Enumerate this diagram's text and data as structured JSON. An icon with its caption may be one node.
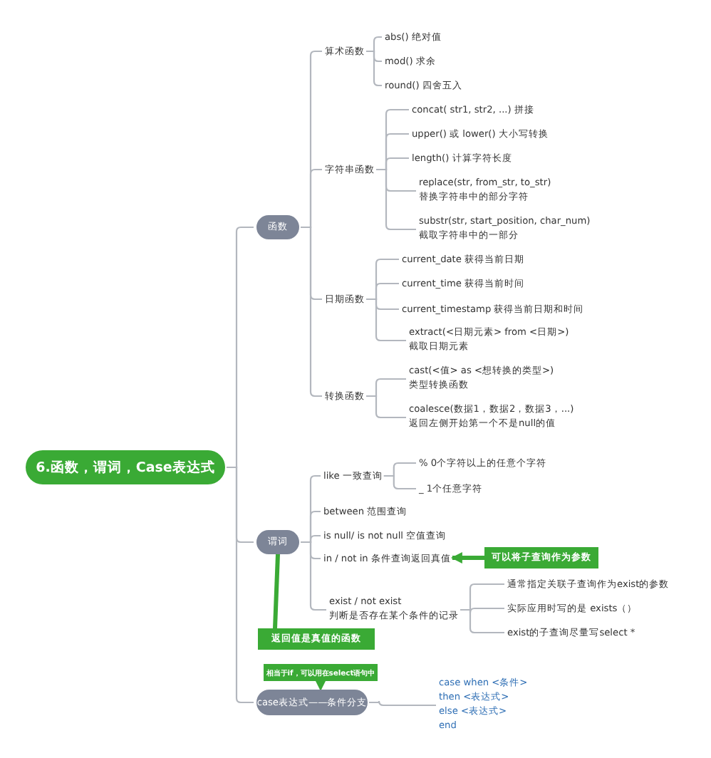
{
  "diagram": {
    "nodes": [
      {
        "text": [
          "6.函数，谓词，Case表达式"
        ]
      },
      {
        "text": [
          "函数"
        ]
      },
      {
        "text": [
          "算术函数"
        ]
      },
      {
        "text": [
          "abs() 绝对值"
        ]
      },
      {
        "text": [
          "mod() 求余"
        ]
      },
      {
        "text": [
          "round() 四舍五入"
        ]
      },
      {
        "text": [
          "字符串函数"
        ]
      },
      {
        "text": [
          "concat( str1, str2, ...) 拼接"
        ]
      },
      {
        "text": [
          "upper() 或 lower() 大小写转换"
        ]
      },
      {
        "text": [
          "length() 计算字符长度"
        ]
      },
      {
        "text": [
          "replace(str, from_str, to_str)",
          "替换字符串中的部分字符"
        ]
      },
      {
        "text": [
          "substr(str, start_position, char_num)",
          "截取字符串中的一部分"
        ]
      },
      {
        "text": [
          "日期函数"
        ]
      },
      {
        "text": [
          "current_date 获得当前日期"
        ]
      },
      {
        "text": [
          "current_time 获得当前时间"
        ]
      },
      {
        "text": [
          "current_timestamp 获得当前日期和时间"
        ]
      },
      {
        "text": [
          "extract(<日期元素> from <日期>)",
          "截取日期元素"
        ]
      },
      {
        "text": [
          "转换函数"
        ]
      },
      {
        "text": [
          "cast(<值> as <想转换的类型>)",
          "类型转换函数"
        ]
      },
      {
        "text": [
          "coalesce(数据1，数据2，数据3，...)",
          "返回左侧开始第一个不是null的值"
        ]
      },
      {
        "text": [
          "谓词"
        ]
      },
      {
        "text": [
          "like 一致查询"
        ]
      },
      {
        "text": [
          "%  0个字符以上的任意个字符"
        ]
      },
      {
        "text": [
          "_  1个任意字符"
        ]
      },
      {
        "text": [
          "between 范围查询"
        ]
      },
      {
        "text": [
          "is null/ is not null 空值查询"
        ]
      },
      {
        "text": [
          "in / not in  条件查询返回真值"
        ]
      },
      {
        "text": [
          "可以将子查询作为参数"
        ]
      },
      {
        "text": [
          "exist / not exist",
          "判断是否存在某个条件的记录"
        ]
      },
      {
        "text": [
          "通常指定关联子查询作为exist的参数"
        ]
      },
      {
        "text": [
          "实际应用时写的是 exists（）"
        ]
      },
      {
        "text": [
          "exist的子查询尽量写select *"
        ]
      },
      {
        "text": [
          "返回值是真值的函数"
        ]
      },
      {
        "text": [
          "相当于if，可以用在select语句中"
        ]
      },
      {
        "text": [
          "case表达式——条件分支"
        ]
      },
      {
        "text": [
          "case when <条件>",
          "then <表达式>",
          "else <表达式>",
          "end"
        ]
      }
    ],
    "edges": [
      {
        "from": 0,
        "to": 1,
        "arrow": "none"
      },
      {
        "from": 0,
        "to": 20,
        "arrow": "none"
      },
      {
        "from": 0,
        "to": 34,
        "arrow": "none"
      },
      {
        "from": 1,
        "to": 2,
        "arrow": "none"
      },
      {
        "from": 1,
        "to": 6,
        "arrow": "none"
      },
      {
        "from": 1,
        "to": 12,
        "arrow": "none"
      },
      {
        "from": 1,
        "to": 17,
        "arrow": "none"
      },
      {
        "from": 2,
        "to": 3,
        "arrow": "none"
      },
      {
        "from": 2,
        "to": 4,
        "arrow": "none"
      },
      {
        "from": 2,
        "to": 5,
        "arrow": "none"
      },
      {
        "from": 6,
        "to": 7,
        "arrow": "none"
      },
      {
        "from": 6,
        "to": 8,
        "arrow": "none"
      },
      {
        "from": 6,
        "to": 9,
        "arrow": "none"
      },
      {
        "from": 6,
        "to": 10,
        "arrow": "none"
      },
      {
        "from": 6,
        "to": 11,
        "arrow": "none"
      },
      {
        "from": 12,
        "to": 13,
        "arrow": "none"
      },
      {
        "from": 12,
        "to": 14,
        "arrow": "none"
      },
      {
        "from": 12,
        "to": 15,
        "arrow": "none"
      },
      {
        "from": 12,
        "to": 16,
        "arrow": "none"
      },
      {
        "from": 17,
        "to": 18,
        "arrow": "none"
      },
      {
        "from": 17,
        "to": 19,
        "arrow": "none"
      },
      {
        "from": 20,
        "to": 21,
        "arrow": "none"
      },
      {
        "from": 20,
        "to": 24,
        "arrow": "none"
      },
      {
        "from": 20,
        "to": 25,
        "arrow": "none"
      },
      {
        "from": 20,
        "to": 26,
        "arrow": "none"
      },
      {
        "from": 20,
        "to": 28,
        "arrow": "none"
      },
      {
        "from": 21,
        "to": 22,
        "arrow": "none"
      },
      {
        "from": 21,
        "to": 23,
        "arrow": "none"
      },
      {
        "from": 28,
        "to": 29,
        "arrow": "none"
      },
      {
        "from": 28,
        "to": 30,
        "arrow": "none"
      },
      {
        "from": 28,
        "to": 31,
        "arrow": "none"
      },
      {
        "from": 34,
        "to": 35,
        "arrow": "none"
      },
      {
        "from": 27,
        "to": 26,
        "arrow": "to",
        "color": "#3aaa35",
        "style": "thick"
      },
      {
        "from": 32,
        "to": 20,
        "arrow": "none",
        "color": "#3aaa35",
        "style": "thick"
      },
      {
        "from": 33,
        "to": 34,
        "arrow": "to",
        "color": "#3aaa35"
      }
    ]
  }
}
